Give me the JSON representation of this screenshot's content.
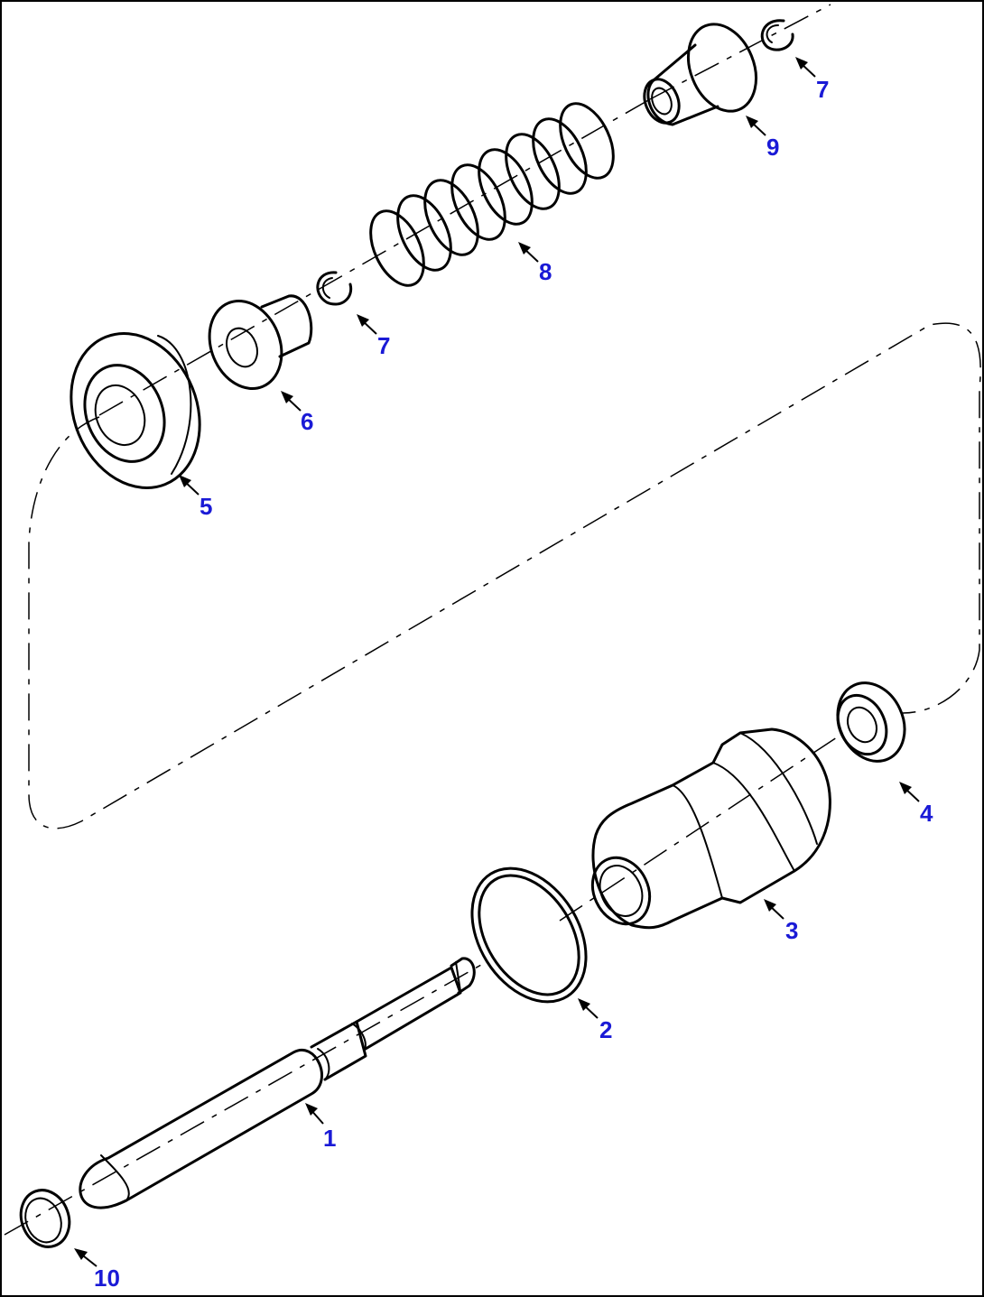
{
  "colors": {
    "line": "#000000",
    "callout": "#1a1ad6",
    "background": "#ffffff"
  },
  "callouts": [
    {
      "id": "c1",
      "label": "1"
    },
    {
      "id": "c2",
      "label": "2"
    },
    {
      "id": "c3",
      "label": "3"
    },
    {
      "id": "c4",
      "label": "4"
    },
    {
      "id": "c5",
      "label": "5"
    },
    {
      "id": "c6",
      "label": "6"
    },
    {
      "id": "c7a",
      "label": "7"
    },
    {
      "id": "c7b",
      "label": "7"
    },
    {
      "id": "c8",
      "label": "8"
    },
    {
      "id": "c9",
      "label": "9"
    },
    {
      "id": "c10",
      "label": "10"
    }
  ]
}
